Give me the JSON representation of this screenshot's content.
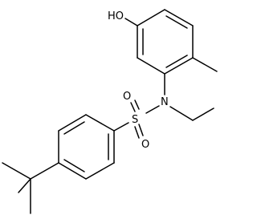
{
  "molecule": {
    "atoms": {
      "hydroxyl": {
        "label": "HO"
      },
      "nitrogen": {
        "label": "N"
      },
      "sulfur": {
        "label": "S"
      },
      "oxygen_top": {
        "label": "O"
      },
      "oxygen_bottom": {
        "label": "O"
      }
    }
  },
  "colors": {
    "bond": "#000000",
    "background": "#ffffff"
  }
}
